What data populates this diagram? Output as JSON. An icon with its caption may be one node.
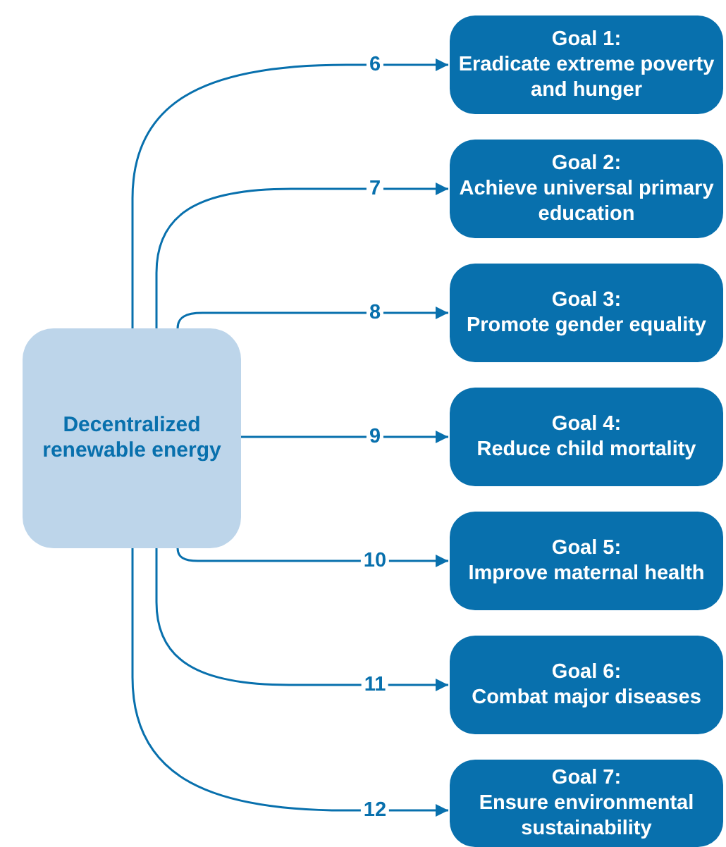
{
  "diagram": {
    "nodes": [
      {
        "text": [
          "Decentralized renewable energy"
        ]
      },
      {
        "text": [
          "Goal 1:",
          "Eradicate extreme poverty and hunger"
        ]
      },
      {
        "text": [
          "Goal 2:",
          "Achieve universal primary education"
        ]
      },
      {
        "text": [
          "Goal 3:",
          "Promote gender equality"
        ]
      },
      {
        "text": [
          "Goal 4:",
          "Reduce child mortality"
        ]
      },
      {
        "text": [
          "Goal 5:",
          "Improve maternal health"
        ]
      },
      {
        "text": [
          "Goal 6:",
          "Combat major diseases"
        ]
      },
      {
        "text": [
          "Goal 7:",
          "Ensure environmental sustainability"
        ]
      }
    ],
    "edges": [
      {
        "from": 0,
        "to": 1,
        "arrow": "to",
        "label": "6"
      },
      {
        "from": 0,
        "to": 2,
        "arrow": "to",
        "label": "7"
      },
      {
        "from": 0,
        "to": 3,
        "arrow": "to",
        "label": "8"
      },
      {
        "from": 0,
        "to": 4,
        "arrow": "to",
        "label": "9"
      },
      {
        "from": 0,
        "to": 5,
        "arrow": "to",
        "label": "10"
      },
      {
        "from": 0,
        "to": 6,
        "arrow": "to",
        "label": "11"
      },
      {
        "from": 0,
        "to": 7,
        "arrow": "to",
        "label": "12"
      }
    ]
  }
}
